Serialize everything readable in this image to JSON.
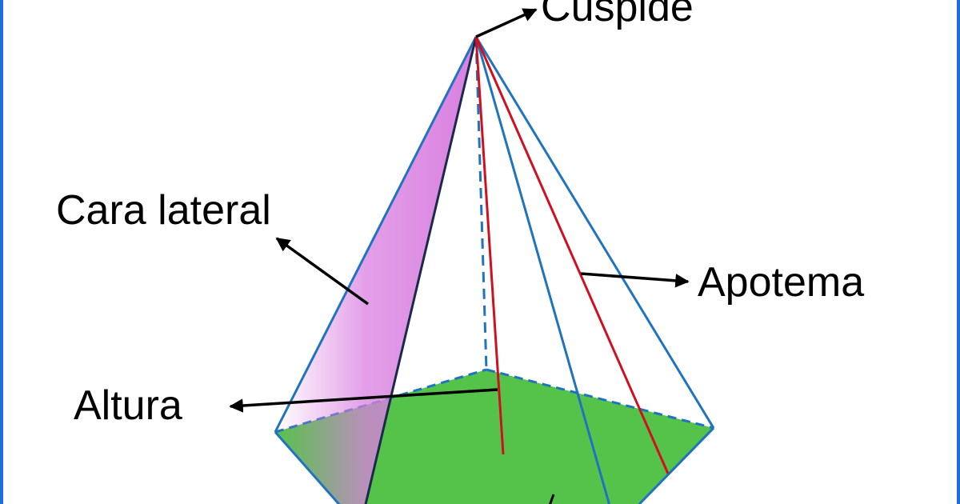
{
  "diagram": {
    "labels": {
      "apex": "Cúspide",
      "lateral_face": "Cara lateral",
      "apothem": "Apotema",
      "height": "Altura"
    },
    "colors": {
      "frame": "#1e6fd9",
      "edge": "#1f73bf",
      "apothem_line": "#d01020",
      "base_fill": "#55c34a",
      "lateral_face_fill": "#d97fe0",
      "arrow": "#000000",
      "label_text": "#000000"
    }
  }
}
